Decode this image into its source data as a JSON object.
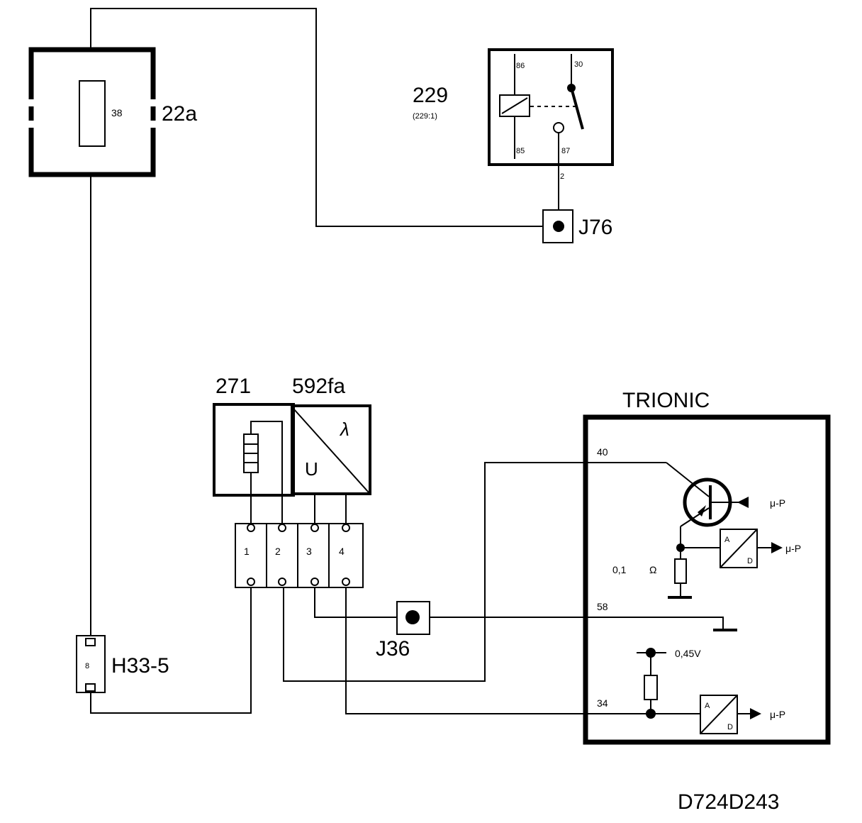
{
  "components": {
    "fuse_box": {
      "id": "22a",
      "fuse_number": "38"
    },
    "relay": {
      "id": "229",
      "sub_id": "(229:1)",
      "pins": {
        "p86": "86",
        "p30": "30",
        "p85": "85",
        "p87": "87"
      },
      "wire_label": "2"
    },
    "junction_j76": {
      "id": "J76"
    },
    "junction_j36": {
      "id": "J36"
    },
    "connector_h33": {
      "id": "H33-5",
      "pin": "8"
    },
    "heater": {
      "id": "271"
    },
    "lambda_sensor": {
      "id": "592fa",
      "lambda_symbol": "λ",
      "u_label": "U"
    },
    "sensor_connector": {
      "pins": [
        "1",
        "2",
        "3",
        "4"
      ]
    },
    "trionic": {
      "title": "TRIONIC",
      "pins": {
        "p40": "40",
        "p58": "58",
        "p34": "34"
      },
      "resistor_value": "0,1",
      "resistor_unit": "Ω",
      "reference_voltage": "0,45V",
      "mu_p": [
        "μ-P",
        "μ-P",
        "μ-P"
      ],
      "ad_labels": [
        "A",
        "D",
        "A",
        "D"
      ]
    }
  },
  "diagram_id": "D724D243"
}
